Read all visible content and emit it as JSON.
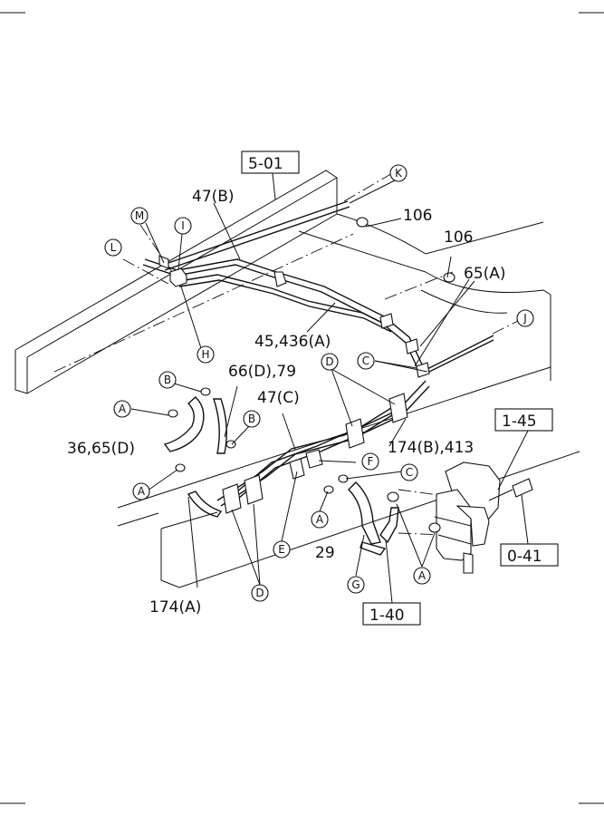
{
  "references": {
    "ref_5_01": "5-01",
    "ref_1_45": "1-45",
    "ref_0_41": "0-41",
    "ref_1_40": "1-40"
  },
  "part_labels": {
    "p47b": "47(B)",
    "p106a": "106",
    "p106b": "106",
    "p65a": "65(A)",
    "p45_436a": "45,436(A)",
    "p66d_79": "66(D),79",
    "p47c": "47(C)",
    "p36_65d": "36,65(D)",
    "p174b_413": "174(B),413",
    "p29": "29",
    "p174a": "174(A)"
  },
  "callouts": {
    "k": "K",
    "m": "M",
    "i": "I",
    "l": "L",
    "h": "H",
    "j": "J",
    "c1": "C",
    "d1": "D",
    "b1": "B",
    "a1": "A",
    "b2": "B",
    "a2": "A",
    "f": "F",
    "c2": "C",
    "a3": "A",
    "e": "E",
    "g": "G",
    "a4": "A",
    "d2": "D"
  }
}
